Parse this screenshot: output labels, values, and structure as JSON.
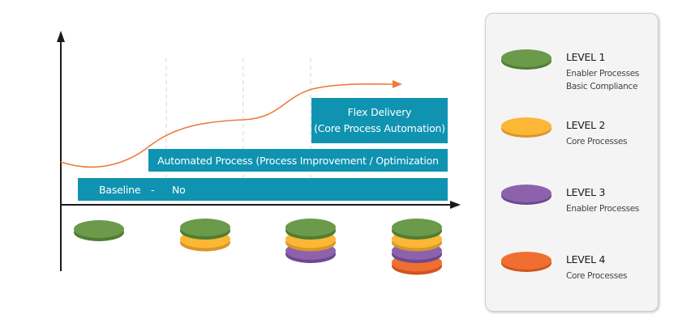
{
  "diagram": {
    "curve_color": "#ef7a3e",
    "bar_color": "#0f93b1",
    "axis_color": "#1a1a1a",
    "bars": {
      "baseline": {
        "label": "Baseline",
        "separator": "-",
        "value": "No"
      },
      "automated": {
        "label": "Automated Process (Process Improvement / Optimization"
      },
      "flex": {
        "line1": "Flex Delivery",
        "line2": "(Core Process Automation)"
      }
    },
    "stages": [
      {
        "name": "stage-1",
        "levels": [
          1
        ]
      },
      {
        "name": "stage-2",
        "levels": [
          1,
          2
        ]
      },
      {
        "name": "stage-3",
        "levels": [
          1,
          2,
          3
        ]
      },
      {
        "name": "stage-4",
        "levels": [
          1,
          2,
          3,
          4
        ]
      }
    ]
  },
  "legend": {
    "items": [
      {
        "level": 1,
        "title": "LEVEL 1",
        "desc": [
          "Enabler Processes",
          "Basic Compliance"
        ],
        "color": "#6a9a4a",
        "shade": "#4f7d34"
      },
      {
        "level": 2,
        "title": "LEVEL 2",
        "desc": [
          "Core Processes"
        ],
        "color": "#fbb735",
        "shade": "#d8962a"
      },
      {
        "level": 3,
        "title": "LEVEL 3",
        "desc": [
          "Enabler Processes"
        ],
        "color": "#8d62ad",
        "shade": "#6d4890"
      },
      {
        "level": 4,
        "title": "LEVEL 4",
        "desc": [
          "Core Processes"
        ],
        "color": "#f06e30",
        "shade": "#cf5420"
      }
    ]
  }
}
